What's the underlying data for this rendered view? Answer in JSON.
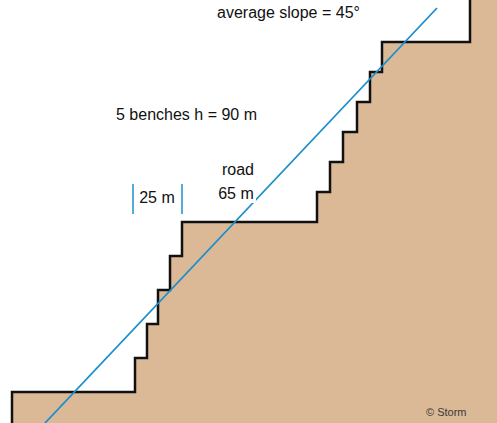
{
  "diagram": {
    "labels": [
      "average slope = 45°",
      "5 benches h = 90 m",
      "road",
      "25 m",
      "65 m",
      "© Storm"
    ]
  }
}
